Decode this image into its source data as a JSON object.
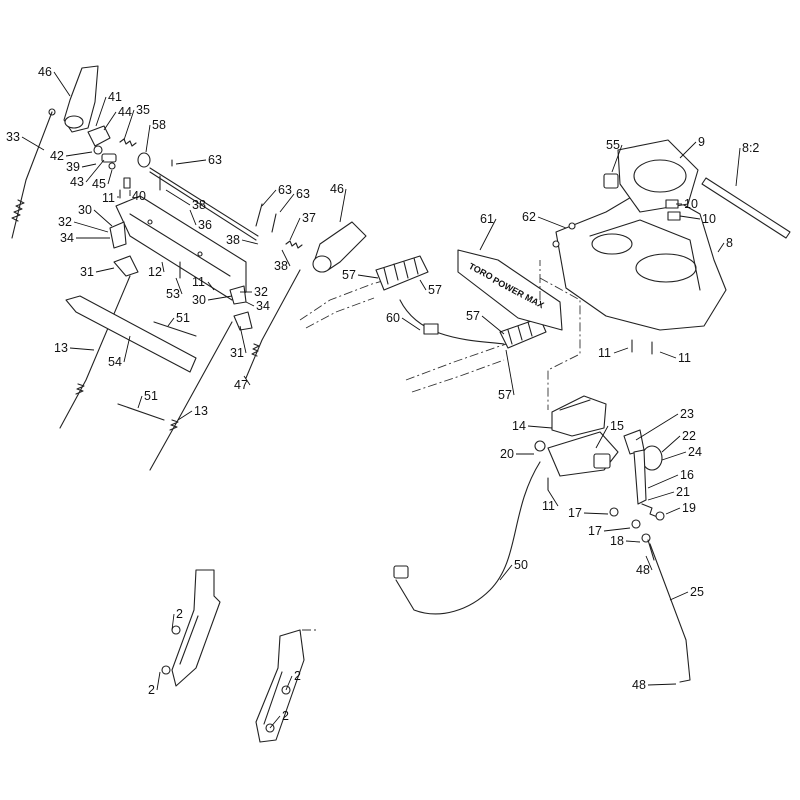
{
  "diagram": {
    "decal_text": {
      "brand": "TORO",
      "line1": "POWER MAX",
      "line2": ""
    },
    "callouts": [
      "46",
      "41",
      "44",
      "35",
      "33",
      "58",
      "63",
      "42",
      "39",
      "43",
      "45",
      "40",
      "11",
      "38",
      "36",
      "30",
      "32",
      "34",
      "12",
      "31",
      "63",
      "63",
      "37",
      "38",
      "46",
      "38",
      "53",
      "11",
      "30",
      "32",
      "34",
      "51",
      "13",
      "54",
      "31",
      "47",
      "51",
      "13",
      "57",
      "57",
      "60",
      "57",
      "57",
      "61",
      "62",
      "55",
      "9",
      "8:2",
      "10",
      "10",
      "8",
      "11",
      "11",
      "14",
      "15",
      "23",
      "22",
      "24",
      "20",
      "16",
      "21",
      "11",
      "17",
      "19",
      "17",
      "18",
      "48",
      "50",
      "25",
      "48",
      "2",
      "2",
      "2",
      "2"
    ]
  }
}
